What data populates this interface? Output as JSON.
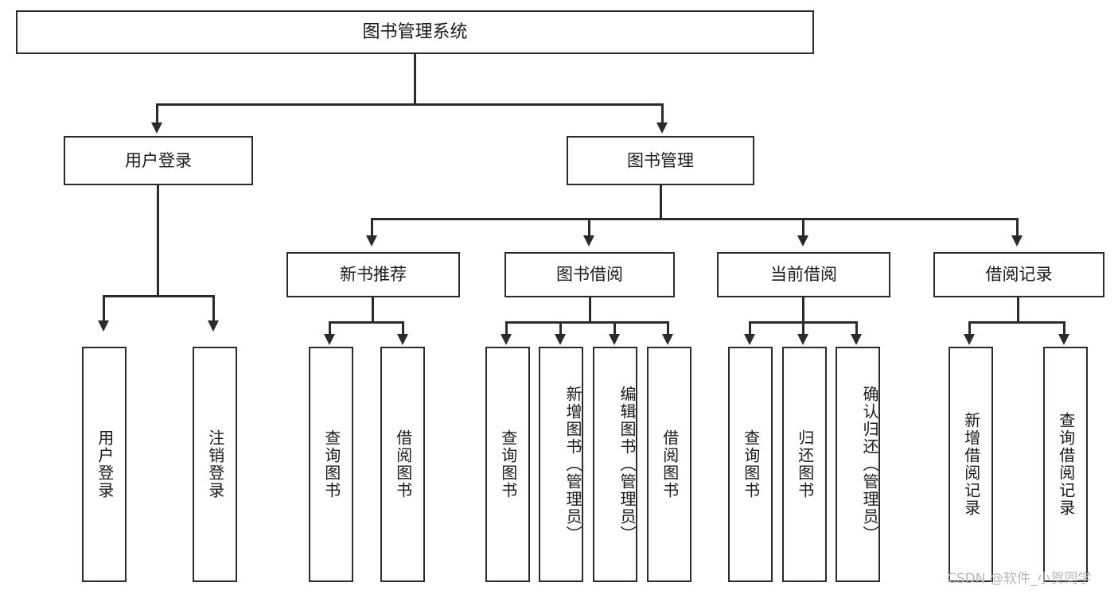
{
  "diagram": {
    "type": "tree-hierarchy-functional-decomposition",
    "title": "图书管理系统",
    "levels": 4,
    "root": {
      "id": "root",
      "label": "图书管理系统"
    },
    "level2": [
      {
        "id": "user-login",
        "label": "用户登录"
      },
      {
        "id": "book-management",
        "label": "图书管理"
      }
    ],
    "level3": [
      {
        "id": "new-book-recommend",
        "label": "新书推荐",
        "parent": "book-management"
      },
      {
        "id": "book-borrow",
        "label": "图书借阅",
        "parent": "book-management"
      },
      {
        "id": "current-borrow",
        "label": "当前借阅",
        "parent": "book-management"
      },
      {
        "id": "borrow-record",
        "label": "借阅记录",
        "parent": "book-management"
      }
    ],
    "leaves": {
      "user-login": [
        {
          "id": "leaf-user-login",
          "label": "用户登录"
        },
        {
          "id": "leaf-user-logout",
          "label": "注销登录"
        }
      ],
      "new-book-recommend": [
        {
          "id": "leaf-query-book-1",
          "label": "查询图书"
        },
        {
          "id": "leaf-borrow-book-1",
          "label": "借阅图书"
        }
      ],
      "book-borrow": [
        {
          "id": "leaf-query-book-2",
          "label": "查询图书"
        },
        {
          "id": "leaf-add-book",
          "label": "新增图书（管理员）"
        },
        {
          "id": "leaf-edit-book",
          "label": "编辑图书（管理员）"
        },
        {
          "id": "leaf-borrow-book-2",
          "label": "借阅图书"
        }
      ],
      "current-borrow": [
        {
          "id": "leaf-query-book-3",
          "label": "查询图书"
        },
        {
          "id": "leaf-return-book",
          "label": "归还图书"
        },
        {
          "id": "leaf-confirm-return",
          "label": "确认归还（管理员）"
        }
      ],
      "borrow-record": [
        {
          "id": "leaf-add-record",
          "label": "新增借阅记录"
        },
        {
          "id": "leaf-query-record",
          "label": "查询借阅记录"
        }
      ]
    },
    "watermark": "CSDN @软件_小贺同学",
    "colors": {
      "stroke": "#2b2b2b",
      "fill": "#ffffff",
      "text": "#1a1a1a",
      "watermark": "#b6b6b6"
    }
  }
}
